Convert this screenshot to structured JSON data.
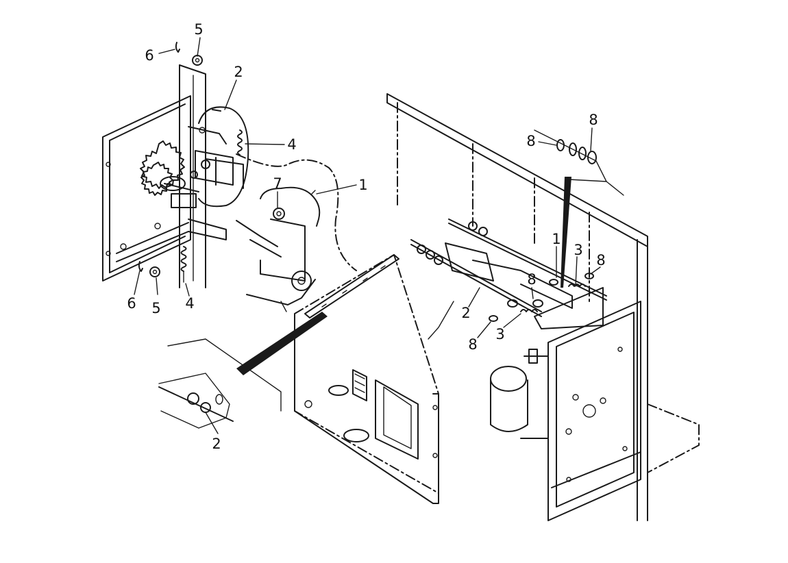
{
  "callouts": [
    {
      "id": "c5a",
      "label": "5"
    },
    {
      "id": "c6a",
      "label": "6"
    },
    {
      "id": "c2a",
      "label": "2"
    },
    {
      "id": "c4a",
      "label": "4"
    },
    {
      "id": "c1a",
      "label": "1"
    },
    {
      "id": "c7",
      "label": "7"
    },
    {
      "id": "c6b",
      "label": "6"
    },
    {
      "id": "c5b",
      "label": "5"
    },
    {
      "id": "c4b",
      "label": "4"
    },
    {
      "id": "c2b",
      "label": "2"
    },
    {
      "id": "c8a",
      "label": "8"
    },
    {
      "id": "c8b",
      "label": "8"
    },
    {
      "id": "c1b",
      "label": "1"
    },
    {
      "id": "c3a",
      "label": "3"
    },
    {
      "id": "c8c",
      "label": "8"
    },
    {
      "id": "c8d",
      "label": "8"
    },
    {
      "id": "c2c",
      "label": "2"
    },
    {
      "id": "c3b",
      "label": "3"
    },
    {
      "id": "c8e",
      "label": "8"
    }
  ]
}
